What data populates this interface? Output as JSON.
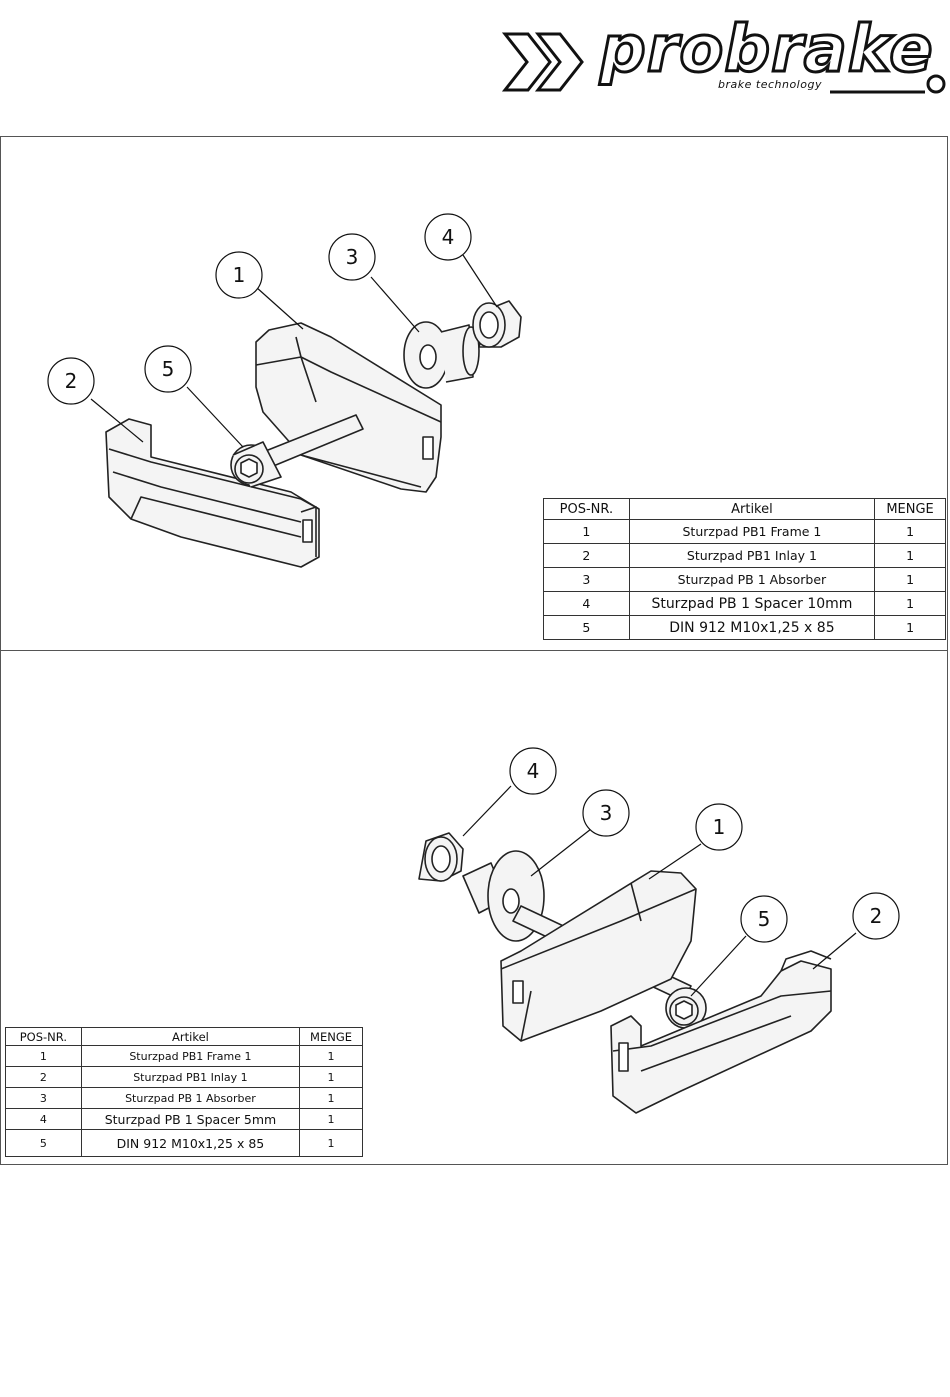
{
  "brand": {
    "name": "probrake",
    "tagline": "brake technology"
  },
  "callouts": [
    "1",
    "2",
    "3",
    "4",
    "5"
  ],
  "bom_headers": {
    "pos": "POS-NR.",
    "article": "Artikel",
    "qty": "MENGE"
  },
  "bom_top": [
    {
      "pos": "1",
      "article": "Sturzpad PB1 Frame 1",
      "qty": "1"
    },
    {
      "pos": "2",
      "article": "Sturzpad PB1 Inlay 1",
      "qty": "1"
    },
    {
      "pos": "3",
      "article": "Sturzpad PB 1 Absorber",
      "qty": "1"
    },
    {
      "pos": "4",
      "article": "Sturzpad PB 1 Spacer 10mm",
      "qty": "1"
    },
    {
      "pos": "5",
      "article": "DIN 912 M10x1,25 x 85",
      "qty": "1"
    }
  ],
  "bom_bottom": [
    {
      "pos": "1",
      "article": "Sturzpad PB1 Frame 1",
      "qty": "1"
    },
    {
      "pos": "2",
      "article": "Sturzpad PB1 Inlay 1",
      "qty": "1"
    },
    {
      "pos": "3",
      "article": "Sturzpad PB 1 Absorber",
      "qty": "1"
    },
    {
      "pos": "4",
      "article": "Sturzpad PB 1 Spacer 5mm",
      "qty": "1"
    },
    {
      "pos": "5",
      "article": "DIN 912 M10x1,25 x 85",
      "qty": "1"
    }
  ]
}
